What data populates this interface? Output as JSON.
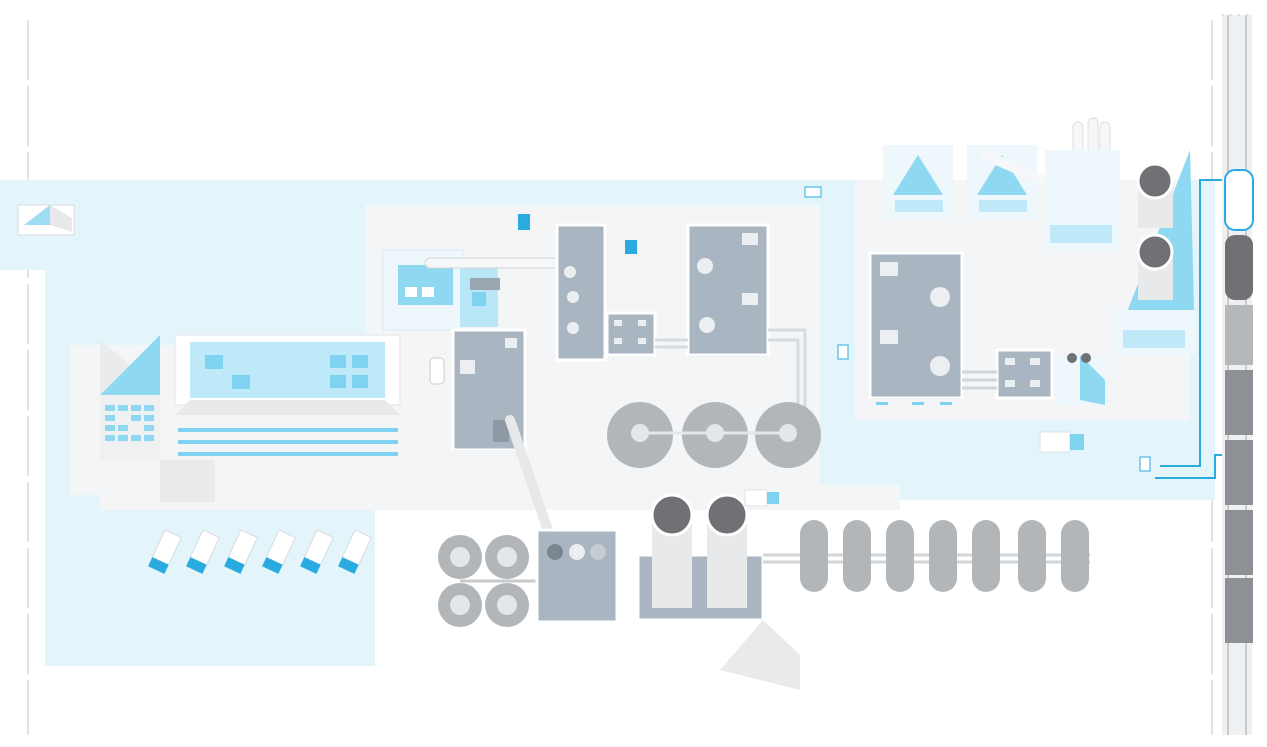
{
  "palette": {
    "site_ground": "#e3f4fb",
    "pavement": "#f3f4f5",
    "roof_gray": "#a9b6c1",
    "roof_gray_dark": "#8d9aa6",
    "wall_light": "#eef0f2",
    "glass_blue": "#7fd3f0",
    "glass_pale": "#bfe8f8",
    "accent_blue": "#29abe2",
    "tank_gray": "#b3b6b9",
    "tank_dark": "#6f7174",
    "shadow": "#e4e6e8",
    "rail_gray": "#c7cacd",
    "wagon_gray": "#8d9095"
  },
  "icons": {
    "gatehouse": "gatehouse-icon",
    "train": "freight-train-icon",
    "truck": "truck-icon",
    "forklift": "forklift-icon",
    "car": "car-icon",
    "silo": "silo-icon",
    "storage_tank": "spherical-tank-icon",
    "chimney": "chimney-icon"
  },
  "counts": {
    "parked_trucks": 6,
    "horizontal_tanks": 7,
    "spherical_tanks_row": 3,
    "spherical_tanks_cluster": 4,
    "tall_silos": 2,
    "tower_silos_right": 2,
    "train_wagons": 6
  }
}
